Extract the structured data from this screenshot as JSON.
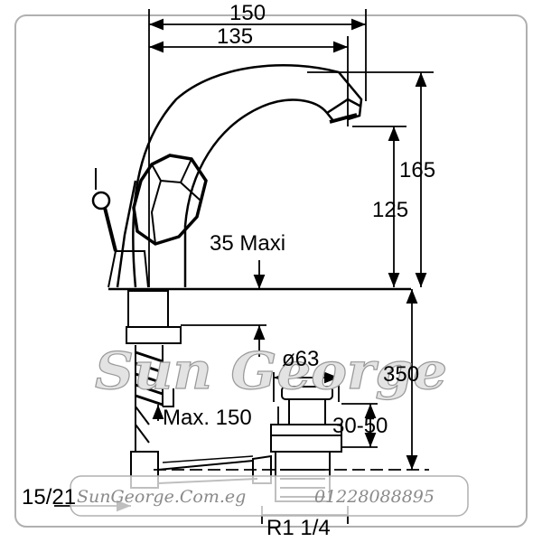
{
  "dimensions": {
    "width_overall": "150",
    "width_spout": "135",
    "height_overall": "165",
    "height_spout": "125",
    "deck_thickness": "35 Maxi",
    "drain_diameter": "ø63",
    "depth_total": "350",
    "flex_hose": "Max. 150",
    "drain_range": "30-50",
    "pipe_size": "15/21",
    "drain_thread": "R1 1/4"
  },
  "watermark": {
    "brand": "Sun George",
    "website": "SunGeorge.Com.eg",
    "phone": "01228088895"
  },
  "colors": {
    "line": "#000000",
    "watermark_fill": "#e3e3e3",
    "watermark_stroke": "#9a9a9a",
    "frame": "#b0b0b0"
  }
}
